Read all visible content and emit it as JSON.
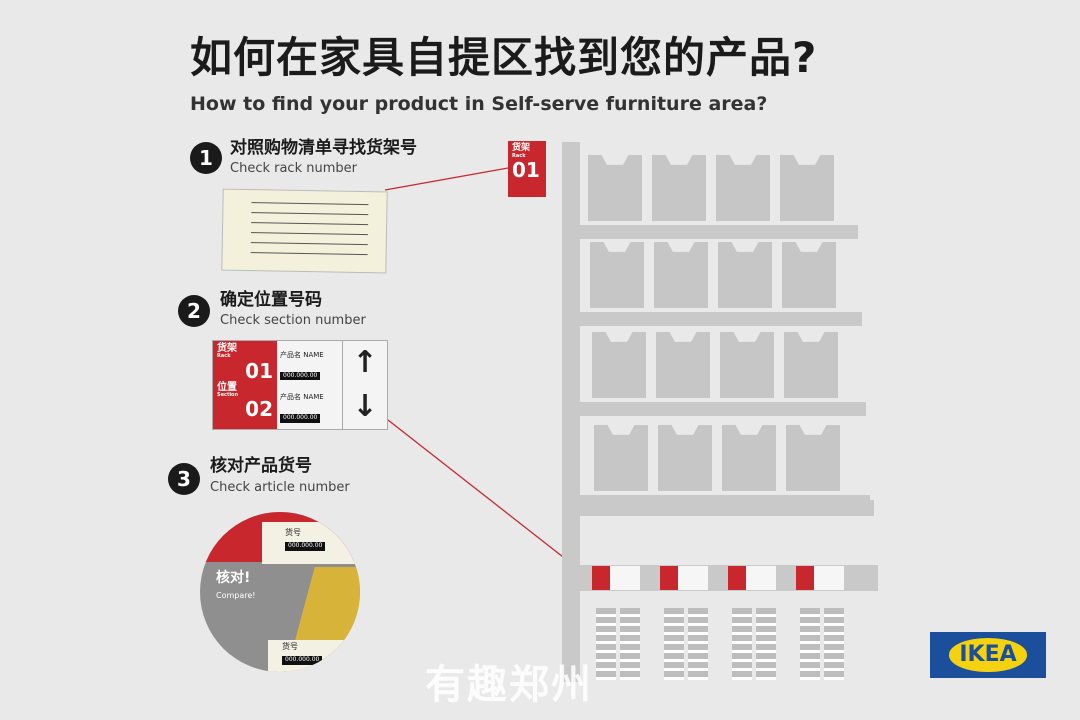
{
  "title": "如何在家具自提区找到您的产品?",
  "subtitle": "How to find your product in Self-serve furniture area?",
  "steps": [
    {
      "num": "1",
      "zh": "对照购物清单寻找货架号",
      "en": "Check rack number"
    },
    {
      "num": "2",
      "zh": "确定位置号码",
      "en": "Check section number"
    },
    {
      "num": "3",
      "zh": "核对产品货号",
      "en": "Check article number"
    }
  ],
  "rack_sign": {
    "zh": "货架",
    "en": "Rack",
    "number": "01"
  },
  "label": {
    "rack_zh": "货架",
    "rack_en": "Rack",
    "rack_no": "01",
    "section_zh": "位置",
    "section_en": "Section",
    "section_no": "02",
    "product": "产品名 NAME",
    "price": "000.000.00",
    "up_arrow": "↑",
    "down_arrow": "↓"
  },
  "compare": {
    "zh": "核对!",
    "en": "Compare!",
    "article_zh": "货号",
    "article_no": "000.000.00"
  },
  "brand": "IKEA",
  "watermark": "有趣郑州",
  "colors": {
    "red": "#c8282d",
    "ikea_blue": "#1b4f9c",
    "ikea_yellow": "#f4d20f",
    "yellow_box": "#d8b33a"
  }
}
